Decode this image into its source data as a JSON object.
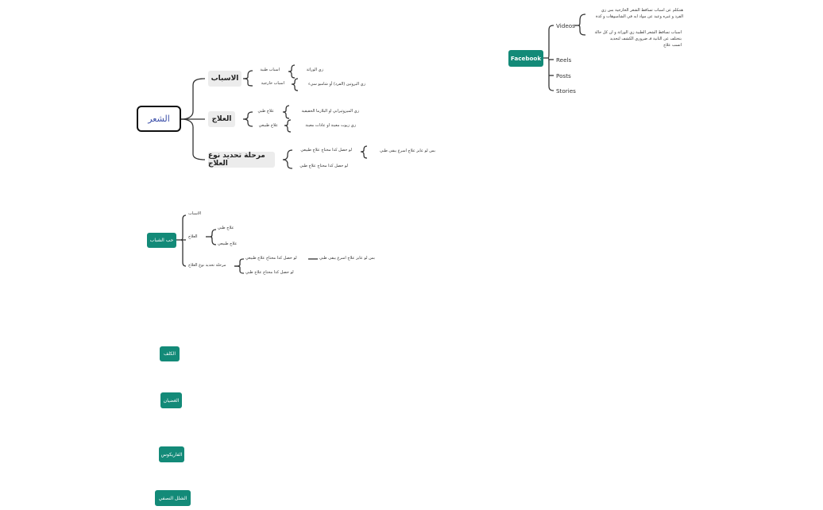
{
  "map1": {
    "root": "الشعر",
    "b1": "الاسباب",
    "b1_c1": "اسباب طبية",
    "b1_c1_l": "زي الوراثة",
    "b1_c2": "اسباب خارجية",
    "b1_c2_l": "زي البروتين (الفرد) أو شامبو سيء",
    "b2": "العلاج",
    "b2_c1": "علاج طبي",
    "b2_c1_l": "زي الميزوثيرابي او البلازما الحقيقية",
    "b2_c2": "علاج طبيعي",
    "b2_c2_l": "زي زيوت معينة او عادات معينة",
    "b3": "مرحلة تحديد نوع العلاج",
    "b3_c1": "لو حصل كذا محتاج علاج طبيعي",
    "b3_c1_l": "بس لو عايز علاج اسرع يبقى طبي",
    "b3_c2": "لو حصل كذا محتاج علاج طبي"
  },
  "map2": {
    "root": "حب الشباب",
    "b1": "الاسباب",
    "b2": "العلاج",
    "b2_c1": "علاج طبي",
    "b2_c2": "علاج طبيعي",
    "b3": "مرحلة تحديد نوع العلاج",
    "b3_c1": "لو حصل كذا محتاج علاج طبيعي",
    "b3_c1_l": "بس لو عايز علاج اسرع يبقى طبي",
    "b3_c2": "لو حصل كذا محتاج علاج طبي"
  },
  "nodes": {
    "n1": "الكلف",
    "n2": "الغضيان",
    "n3": "الفاريكوس",
    "n4": "الشلل النصفي"
  },
  "facebook": {
    "root": "Facebook",
    "videos": "Videos",
    "reels": "Reels",
    "posts": "Posts",
    "stories": "Stories",
    "note1_l1": "هنتكلم عن اسباب تساقط الشعر الخارجية بس زي",
    "note1_l2": "الفرد و غيره وعيد عن مواد ايه في الشامبوهات و كدة",
    "note2_l1": "اسباب تساقط الشعر الطبية زي الوراثة و ان كل حالة",
    "note2_l2": "بتختلف عن التانية فـ ضروري الكشف لتحديد",
    "note2_l3": "انسب علاج"
  },
  "colors": {
    "teal": "#138a78",
    "grey_box": "#ececec",
    "line": "#333333",
    "root_text": "#3a4ea8"
  }
}
